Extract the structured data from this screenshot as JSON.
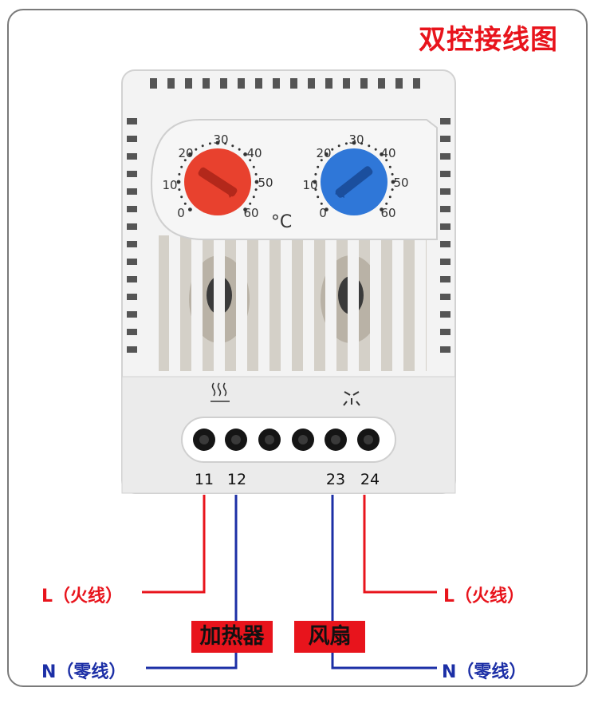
{
  "title": "双控接线图",
  "dial_scale": [
    "0",
    "10",
    "20",
    "30",
    "40",
    "50",
    "60"
  ],
  "dial_unit": "°C",
  "colors": {
    "line_live": "#e8141c",
    "line_neutral": "#1c2fa6",
    "knob_heat": "#e8412e",
    "knob_fan": "#2f77d8"
  },
  "icons": {
    "heater": "heater-icon",
    "fan": "fan-icon"
  },
  "terminals": [
    "11",
    "12",
    "23",
    "24"
  ],
  "labels": {
    "live_left": "L（火线）",
    "live_right": "L（火线）",
    "neutral_left": "N（零线）",
    "neutral_right": "N（零线）",
    "heater": "加热器",
    "fan": "风扇"
  }
}
